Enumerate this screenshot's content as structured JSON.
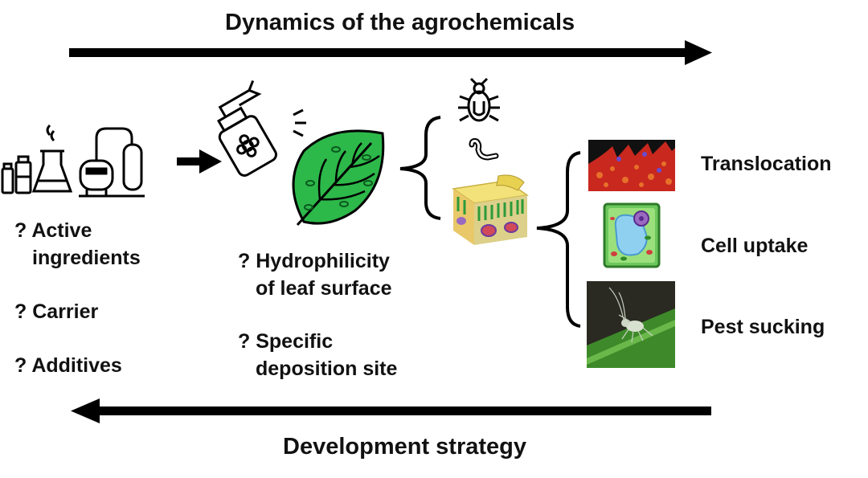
{
  "top_title": "Dynamics of the agrochemicals",
  "bottom_title": "Development strategy",
  "left_questions": [
    {
      "q": "?",
      "line1": "Active",
      "line2": "ingredients"
    },
    {
      "q": "?",
      "line1": "Carrier"
    },
    {
      "q": "?",
      "line1": "Additives"
    }
  ],
  "middle_questions": [
    {
      "q": "?",
      "line1": "Hydrophilicity",
      "line2": "of leaf surface"
    },
    {
      "q": "?",
      "line1": "Specific",
      "line2": "deposition site"
    }
  ],
  "right_labels": [
    "Translocation",
    "Cell uptake",
    "Pest sucking"
  ],
  "icons": [
    "bottles-icon",
    "flask-icon",
    "reactor-icon",
    "spray-bottle-icon",
    "leaf-icon",
    "bug-icon",
    "worm-icon",
    "leaf-tissue-icon",
    "translocation-image",
    "plant-cell-image",
    "aphid-image"
  ],
  "colors": {
    "leaf_green": "#2db84a",
    "arrow": "#000000",
    "cell_green": "#7fd06a",
    "translocation_red": "#c8281e"
  }
}
